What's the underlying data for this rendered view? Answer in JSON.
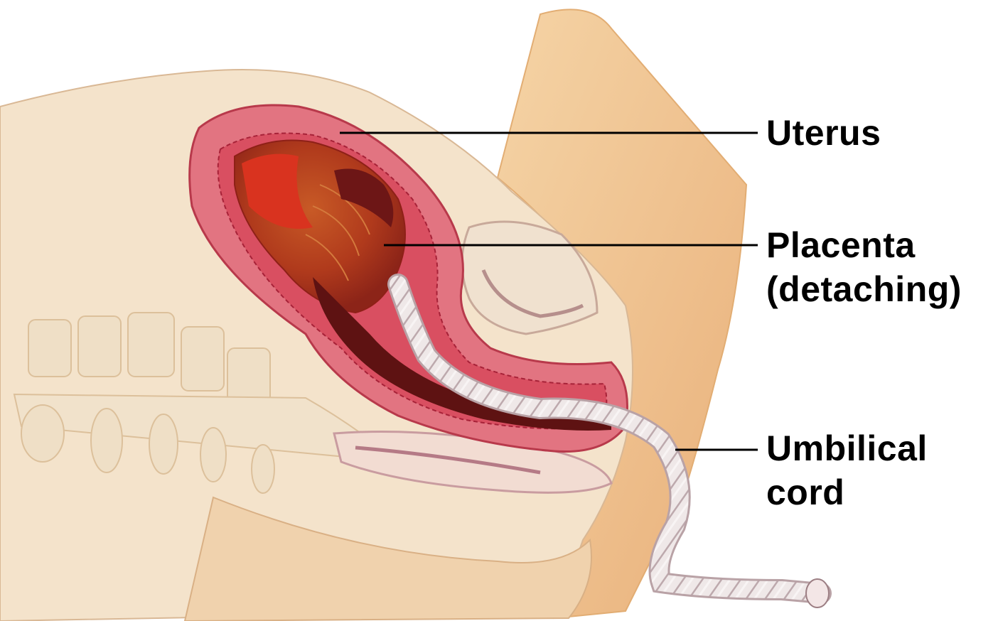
{
  "labels": {
    "uterus": "Uterus",
    "placenta_line1": "Placenta",
    "placenta_line2": "(detaching)",
    "cord_line1": "Umbilical",
    "cord_line2": "cord"
  },
  "colors": {
    "skin": "#f3e1c8",
    "back_skin": "#efc48f",
    "uterine_wall": "#e1707a",
    "uterine_wall_dark": "#c9374a",
    "placenta": "#b5441f",
    "blood": "#5e1010",
    "cord": "#ece4e4",
    "bone": "#ead8b9",
    "leader_line": "#000000"
  }
}
